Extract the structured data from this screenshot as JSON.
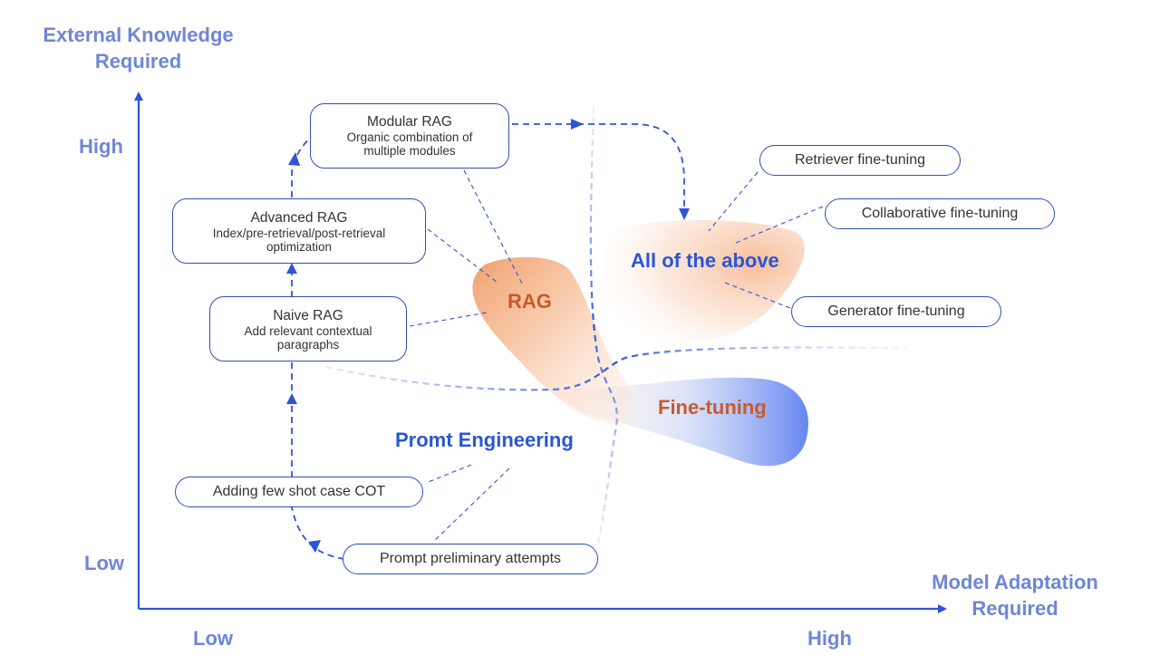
{
  "axes": {
    "y_title": "External Knowledge Required",
    "x_title": "Model Adaptation Required",
    "y_high": "High",
    "y_low": "Low",
    "x_low": "Low",
    "x_high": "High"
  },
  "prompt_engineering": {
    "title": "Promt Engineering",
    "step1": "Prompt preliminary attempts",
    "step2": "Adding few shot case COT"
  },
  "rag": {
    "title": "RAG",
    "naive": {
      "title": "Naive RAG",
      "desc": "Add relevant contextual paragraphs"
    },
    "advanced": {
      "title": "Advanced RAG",
      "desc": "Index/pre-retrieval/post-retrieval optimization"
    },
    "modular": {
      "title": "Modular RAG",
      "desc": "Organic combination of multiple modules"
    }
  },
  "fine_tuning": {
    "title": "Fine-tuning"
  },
  "all_of_above": {
    "title": "All of the above",
    "retriever": "Retriever fine-tuning",
    "collaborative": "Collaborative fine-tuning",
    "generator": "Generator fine-tuning"
  },
  "colors": {
    "axis": "#2f54d6",
    "box_border": "#2f4fb8",
    "label_blue": "#2a56d8",
    "label_orange": "#c85a2a",
    "axis_text": "#6f86d6",
    "rag_blob": "#f2a679",
    "ft_blob": "#6d8ef2"
  }
}
